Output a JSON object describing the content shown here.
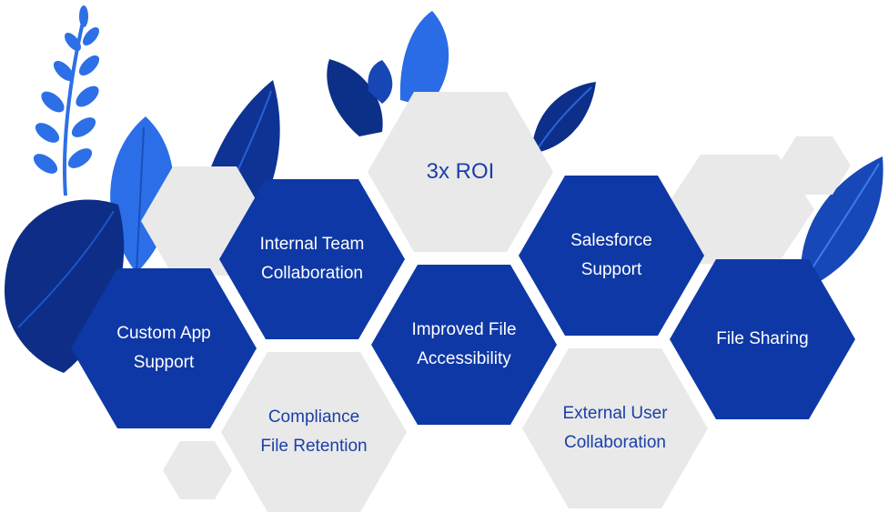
{
  "colors": {
    "blue_hex": "#0e38a5",
    "gray_hex": "#e9e9ea",
    "gray_text": "#1b3fa7",
    "blue_text": "#ffffff",
    "leaf_dark": "#0b2f86",
    "leaf_mid": "#1f5ad2",
    "leaf_light": "#3d86f0"
  },
  "hexagons": {
    "roi": {
      "lines": [
        "3x ROI"
      ]
    },
    "internal_team": {
      "lines": [
        "Internal Team",
        "Collaboration"
      ]
    },
    "salesforce": {
      "lines": [
        "Salesforce",
        "Support"
      ]
    },
    "custom_app": {
      "lines": [
        "Custom App",
        "Support"
      ]
    },
    "improved_file": {
      "lines": [
        "Improved File",
        "Accessibility"
      ]
    },
    "file_sharing": {
      "lines": [
        "File Sharing"
      ]
    },
    "compliance": {
      "lines": [
        "Compliance",
        "File Retention"
      ]
    },
    "external_user": {
      "lines": [
        "External User",
        "Collaboration"
      ]
    }
  }
}
